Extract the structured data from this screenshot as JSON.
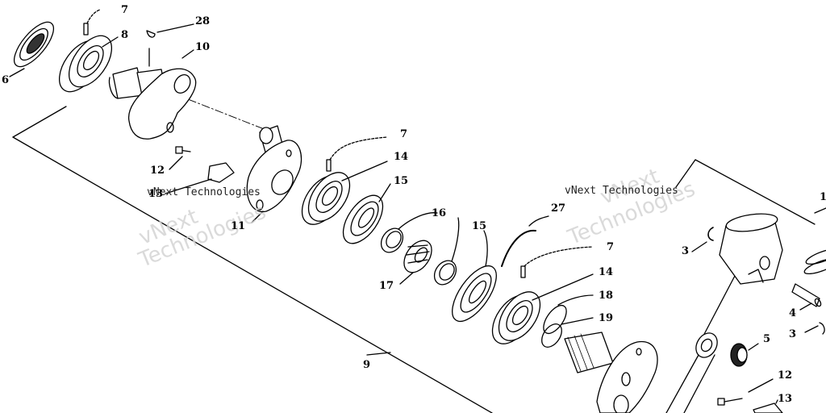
{
  "diagram": {
    "callouts": [
      {
        "id": "c7a",
        "text": "7"
      },
      {
        "id": "c28",
        "text": "28"
      },
      {
        "id": "c8",
        "text": "8"
      },
      {
        "id": "c10",
        "text": "10"
      },
      {
        "id": "c6",
        "text": "6"
      },
      {
        "id": "c7b",
        "text": "7"
      },
      {
        "id": "c14a",
        "text": "14"
      },
      {
        "id": "c15a",
        "text": "15"
      },
      {
        "id": "c12a",
        "text": "12"
      },
      {
        "id": "c13a",
        "text": "13"
      },
      {
        "id": "c11",
        "text": "11"
      },
      {
        "id": "c16",
        "text": "16"
      },
      {
        "id": "c27",
        "text": "27"
      },
      {
        "id": "c15b",
        "text": "15"
      },
      {
        "id": "c17",
        "text": "17"
      },
      {
        "id": "c7c",
        "text": "7"
      },
      {
        "id": "c14b",
        "text": "14"
      },
      {
        "id": "c18",
        "text": "18"
      },
      {
        "id": "c19",
        "text": "19"
      },
      {
        "id": "c9",
        "text": "9"
      },
      {
        "id": "c3a",
        "text": "3"
      },
      {
        "id": "c4",
        "text": "4"
      },
      {
        "id": "c3b",
        "text": "3"
      },
      {
        "id": "c5",
        "text": "5"
      },
      {
        "id": "c12b",
        "text": "12"
      },
      {
        "id": "c13b",
        "text": "13"
      },
      {
        "id": "c1",
        "text": "1"
      }
    ],
    "watermarks": {
      "small_left": "vNext Technologies",
      "small_right": "vNext Technologies",
      "big_left_line1": "vNext",
      "big_left_line2": "Technologies",
      "big_right_line1": "vNext",
      "big_right_line2": "Technologies"
    }
  }
}
